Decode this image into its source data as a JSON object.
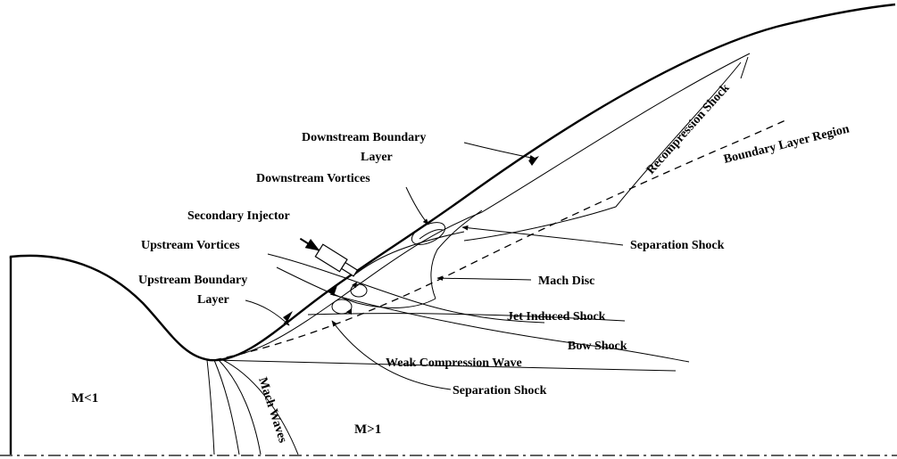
{
  "diagram": {
    "labels": {
      "downstream_boundary_layer_1": "Downstream Boundary",
      "downstream_boundary_layer_2": "Layer",
      "downstream_vortices": "Downstream Vortices",
      "secondary_injector": "Secondary Injector",
      "upstream_vortices": "Upstream Vortices",
      "upstream_boundary_layer_1": "Upstream Boundary",
      "upstream_boundary_layer_2": "Layer",
      "recompression_shock": "Recompression Shock",
      "boundary_layer_region": "Boundary Layer Region",
      "separation_shock_upper": "Separation Shock",
      "mach_disc": "Mach Disc",
      "jet_induced_shock": "Jet Induced Shock",
      "bow_shock": "Bow Shock",
      "weak_compression_wave": "Weak Compression Wave",
      "separation_shock_lower": "Separation Shock",
      "subsonic": "M<1",
      "supersonic": "M>1",
      "mach_waves": "Mach Waves"
    }
  }
}
